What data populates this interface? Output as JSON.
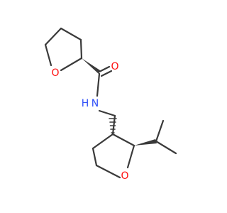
{
  "molecule": {
    "atoms": [
      {
        "element": "O",
        "label": "O",
        "color": "#ff0d0d"
      },
      {
        "element": "O",
        "label": "O",
        "color": "#ff0d0d"
      },
      {
        "element": "N",
        "label": "N",
        "color": "#3050f8"
      },
      {
        "element": "H",
        "label": "H",
        "color": "#3050f8"
      },
      {
        "element": "O",
        "label": "O",
        "color": "#ff0d0d"
      }
    ],
    "bond_color": "#3a3a3a"
  }
}
